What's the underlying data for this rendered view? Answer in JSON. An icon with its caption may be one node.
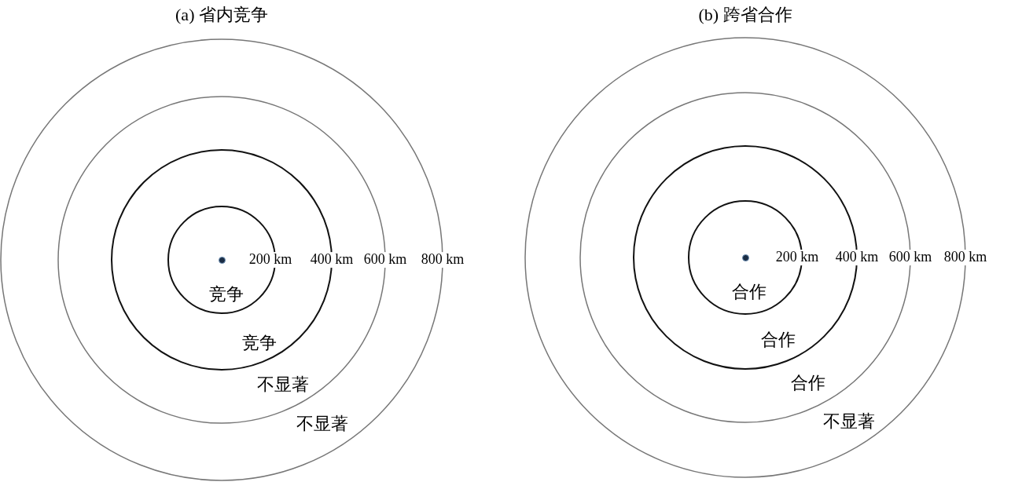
{
  "diagram": {
    "nodes": [
      {
        "text": [
          "不显著"
        ],
        "beside": [
          "800 km"
        ]
      },
      {
        "text": [
          "不显著"
        ],
        "beside": [
          "600 km"
        ],
        "in": 0
      },
      {
        "text": [
          "竞争"
        ],
        "beside": [
          "400 km"
        ],
        "in": 1
      },
      {
        "text": [
          "竞争"
        ],
        "beside": [
          "200 km"
        ],
        "in": 2
      },
      {
        "text": [],
        "shape": "circle",
        "in": 3
      },
      {
        "text": [
          "不显著"
        ],
        "beside": [
          "800 km"
        ]
      },
      {
        "text": [
          "合作"
        ],
        "beside": [
          "600 km"
        ],
        "in": 5
      },
      {
        "text": [
          "合作"
        ],
        "beside": [
          "400 km"
        ],
        "in": 6
      },
      {
        "text": [
          "合作"
        ],
        "beside": [
          "200 km"
        ],
        "in": 7
      },
      {
        "text": [],
        "shape": "circle",
        "in": 8
      }
    ],
    "labels": [
      "(a) 省内竞争",
      "(b) 跨省合作"
    ]
  }
}
